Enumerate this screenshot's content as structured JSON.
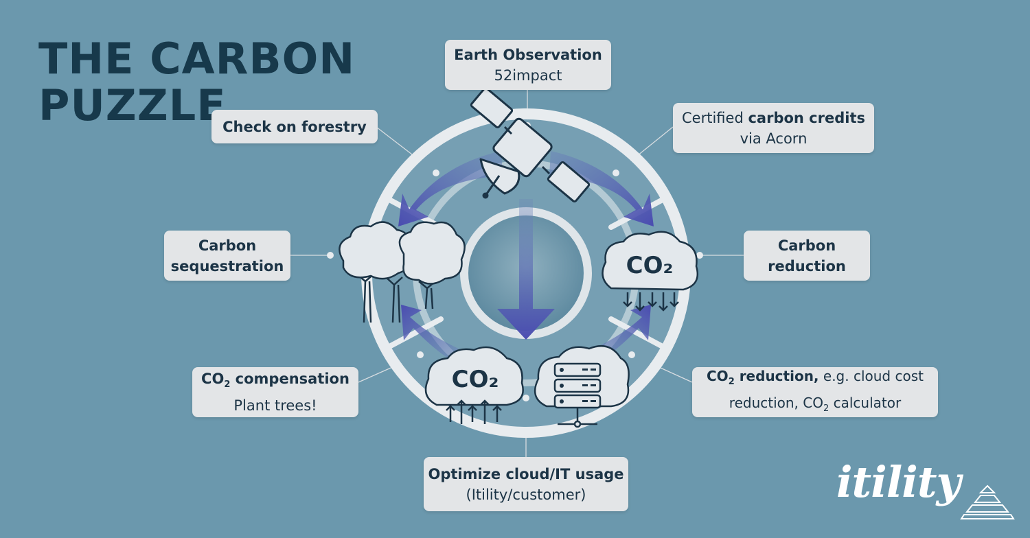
{
  "title": {
    "line1": "THE CARBON",
    "line2": "PUZZLE"
  },
  "labels": {
    "earth_observation": {
      "bold": "Earth Observation",
      "sub": "52impact"
    },
    "check_forestry": {
      "bold": "Check on forestry"
    },
    "certified_credits": {
      "pre": "Certified ",
      "bold": "carbon credits",
      "sub": "via Acorn"
    },
    "carbon_sequestration": {
      "line1": "Carbon",
      "line2": "sequestration"
    },
    "carbon_reduction": {
      "line1": "Carbon",
      "line2": "reduction"
    },
    "co2_compensation": {
      "bold_pre": "CO",
      "sub2": "2",
      "bold_post": " compensation",
      "sub": "Plant trees!"
    },
    "co2_reduction": {
      "bold_pre": "CO",
      "sub2": "2",
      "bold_post": " reduction,",
      "rest": " e.g. cloud cost",
      "line2_pre": "reduction, CO",
      "line2_sub": "2",
      "line2_post": " calculator"
    },
    "optimize_cloud": {
      "bold": "Optimize cloud/IT usage",
      "sub": "(Itility/customer)"
    }
  },
  "icons": {
    "co2_cloud_top": "CO₂",
    "co2_cloud_bottom": "CO₂"
  },
  "logo": {
    "text": "itility"
  },
  "colors": {
    "background": "#6b98ad",
    "title": "#17394b",
    "box": "#e3e5e7",
    "arrow": "#5156b0",
    "ring": "#e8ecef"
  }
}
